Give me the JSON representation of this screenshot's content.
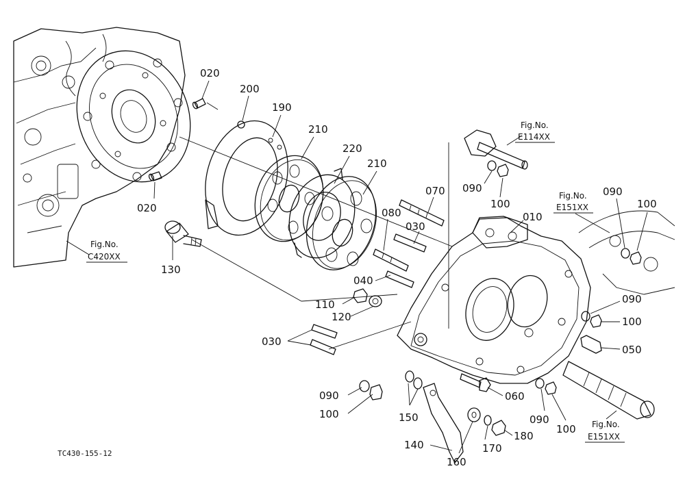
{
  "labels": [
    {
      "id": "p020a",
      "text": "020"
    },
    {
      "id": "p200",
      "text": "200"
    },
    {
      "id": "p190",
      "text": "190"
    },
    {
      "id": "p210a",
      "text": "210"
    },
    {
      "id": "p220",
      "text": "220"
    },
    {
      "id": "p210b",
      "text": "210"
    },
    {
      "id": "p020b",
      "text": "020"
    },
    {
      "id": "p130",
      "text": "130"
    },
    {
      "id": "p070",
      "text": "070"
    },
    {
      "id": "p080",
      "text": "080"
    },
    {
      "id": "p030a",
      "text": "030"
    },
    {
      "id": "p010",
      "text": "010"
    },
    {
      "id": "p040",
      "text": "040"
    },
    {
      "id": "p110",
      "text": "110"
    },
    {
      "id": "p120",
      "text": "120"
    },
    {
      "id": "p030b",
      "text": "030"
    },
    {
      "id": "p090a",
      "text": "090"
    },
    {
      "id": "p100a",
      "text": "100"
    },
    {
      "id": "p090b",
      "text": "090"
    },
    {
      "id": "p100b",
      "text": "100"
    },
    {
      "id": "p090c",
      "text": "090"
    },
    {
      "id": "p100c",
      "text": "100"
    },
    {
      "id": "p050",
      "text": "050"
    },
    {
      "id": "p060",
      "text": "060"
    },
    {
      "id": "p090d",
      "text": "090"
    },
    {
      "id": "p100d",
      "text": "100"
    },
    {
      "id": "p090e",
      "text": "090"
    },
    {
      "id": "p100e",
      "text": "100"
    },
    {
      "id": "p150",
      "text": "150"
    },
    {
      "id": "p140",
      "text": "140"
    },
    {
      "id": "p160",
      "text": "160"
    },
    {
      "id": "p170",
      "text": "170"
    },
    {
      "id": "p180",
      "text": "180"
    }
  ],
  "fig_refs": [
    {
      "id": "figC420",
      "title": "Fig.No.",
      "code": "C420XX"
    },
    {
      "id": "figE114",
      "title": "Fig.No.",
      "code": "E114XX"
    },
    {
      "id": "figE151a",
      "title": "Fig.No.",
      "code": "E151XX"
    },
    {
      "id": "figE151b",
      "title": "Fig.No.",
      "code": "E151XX"
    }
  ],
  "drawing_code": "TC430-155-12"
}
